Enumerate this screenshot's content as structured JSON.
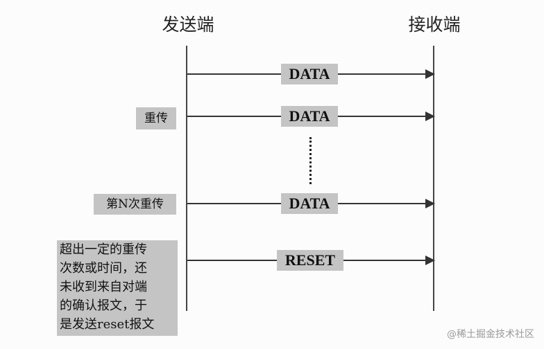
{
  "sender_title": "发送端",
  "receiver_title": "接收端",
  "messages": [
    "DATA",
    "DATA",
    "DATA",
    "RESET"
  ],
  "labels": {
    "retransmit": "重传",
    "nth_retransmit": "第N次重传"
  },
  "note_lines": [
    "超出一定的重传",
    "次数或时间，还",
    "未收到来自对端",
    "的确认报文，于",
    "是发送reset报文"
  ],
  "credit": "@稀土掘金技术社区"
}
